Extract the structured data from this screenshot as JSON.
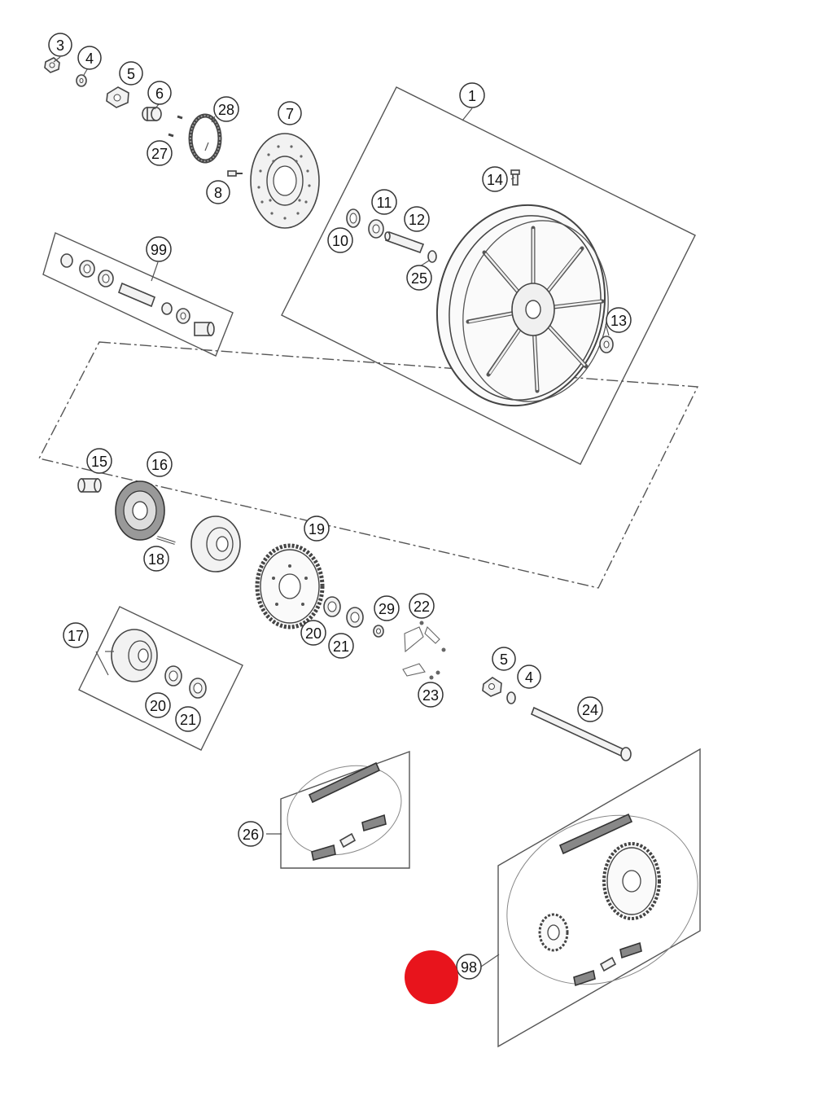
{
  "parts": {
    "p1": "1",
    "p3": "3",
    "p4a": "4",
    "p5a": "5",
    "p6": "6",
    "p7": "7",
    "p8": "8",
    "p10": "10",
    "p11": "11",
    "p12": "12",
    "p13": "13",
    "p14": "14",
    "p15": "15",
    "p16": "16",
    "p17": "17",
    "p18": "18",
    "p19": "19",
    "p20a": "20",
    "p20b": "20",
    "p21a": "21",
    "p21b": "21",
    "p22": "22",
    "p23": "23",
    "p24": "24",
    "p25": "25",
    "p26": "26",
    "p27": "27",
    "p28": "28",
    "p29": "29",
    "p5b": "5",
    "p4b": "4",
    "p98": "98",
    "p99": "99"
  },
  "colors": {
    "marker": "#e8141c",
    "line": "#555555"
  }
}
